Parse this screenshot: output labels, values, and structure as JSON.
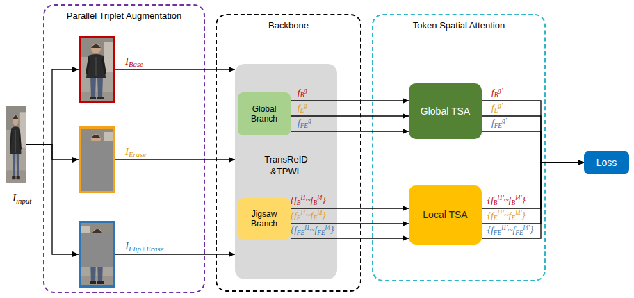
{
  "diagram": {
    "nodes": [
      {
        "text": [
          "Iinput"
        ]
      },
      {
        "text": [
          "Parallel Triplet Augmentation"
        ]
      },
      {
        "text": [
          "IBase"
        ],
        "in": 1
      },
      {
        "text": [
          "IErase"
        ],
        "in": 1
      },
      {
        "text": [
          "IFlip+Erase"
        ],
        "in": 1
      },
      {
        "text": [
          "Backbone"
        ]
      },
      {
        "text": [
          "TransReID &TPWL"
        ],
        "in": 5
      },
      {
        "text": [
          "Global Branch"
        ],
        "in": 6
      },
      {
        "text": [
          "Jigsaw Branch"
        ],
        "in": 6
      },
      {
        "text": [
          "Token Spatial Attention"
        ]
      },
      {
        "text": [
          "Global TSA"
        ],
        "in": 9
      },
      {
        "text": [
          "Local TSA"
        ],
        "in": 9
      },
      {
        "text": [
          "Loss"
        ]
      }
    ],
    "edges": [
      {
        "from": 0,
        "to": 2,
        "arrow": "to"
      },
      {
        "from": 0,
        "to": 3,
        "arrow": "to"
      },
      {
        "from": 0,
        "to": 4,
        "arrow": "to"
      },
      {
        "from": 2,
        "to": 6,
        "arrow": "to"
      },
      {
        "from": 3,
        "to": 6,
        "arrow": "to"
      },
      {
        "from": 4,
        "to": 6,
        "arrow": "to"
      },
      {
        "from": 7,
        "to": 10,
        "label": "fBg",
        "arrow": "to"
      },
      {
        "from": 7,
        "to": 10,
        "label": "fEg",
        "arrow": "to"
      },
      {
        "from": 7,
        "to": 10,
        "label": "fFEg",
        "arrow": "to"
      },
      {
        "from": 8,
        "to": 11,
        "label": "{fBl1~fBl4}",
        "arrow": "to"
      },
      {
        "from": 8,
        "to": 11,
        "label": "{fEl1~fEl4}",
        "arrow": "to"
      },
      {
        "from": 8,
        "to": 11,
        "label": "{fFEl1~fFEl4}",
        "arrow": "to"
      },
      {
        "from": 10,
        "to": 12,
        "label": "fBg'",
        "arrow": "to"
      },
      {
        "from": 10,
        "to": 12,
        "label": "fEg'",
        "arrow": "to"
      },
      {
        "from": 10,
        "to": 12,
        "label": "fFEg'",
        "arrow": "to"
      },
      {
        "from": 11,
        "to": 12,
        "label": "{fBl1'~fBl4'}",
        "arrow": "to"
      },
      {
        "from": 11,
        "to": 12,
        "label": "{fEl1'~fEl4'}",
        "arrow": "to"
      },
      {
        "from": 11,
        "to": 12,
        "label": "{fFEl1'~fFEl4'}",
        "arrow": "to"
      }
    ]
  }
}
